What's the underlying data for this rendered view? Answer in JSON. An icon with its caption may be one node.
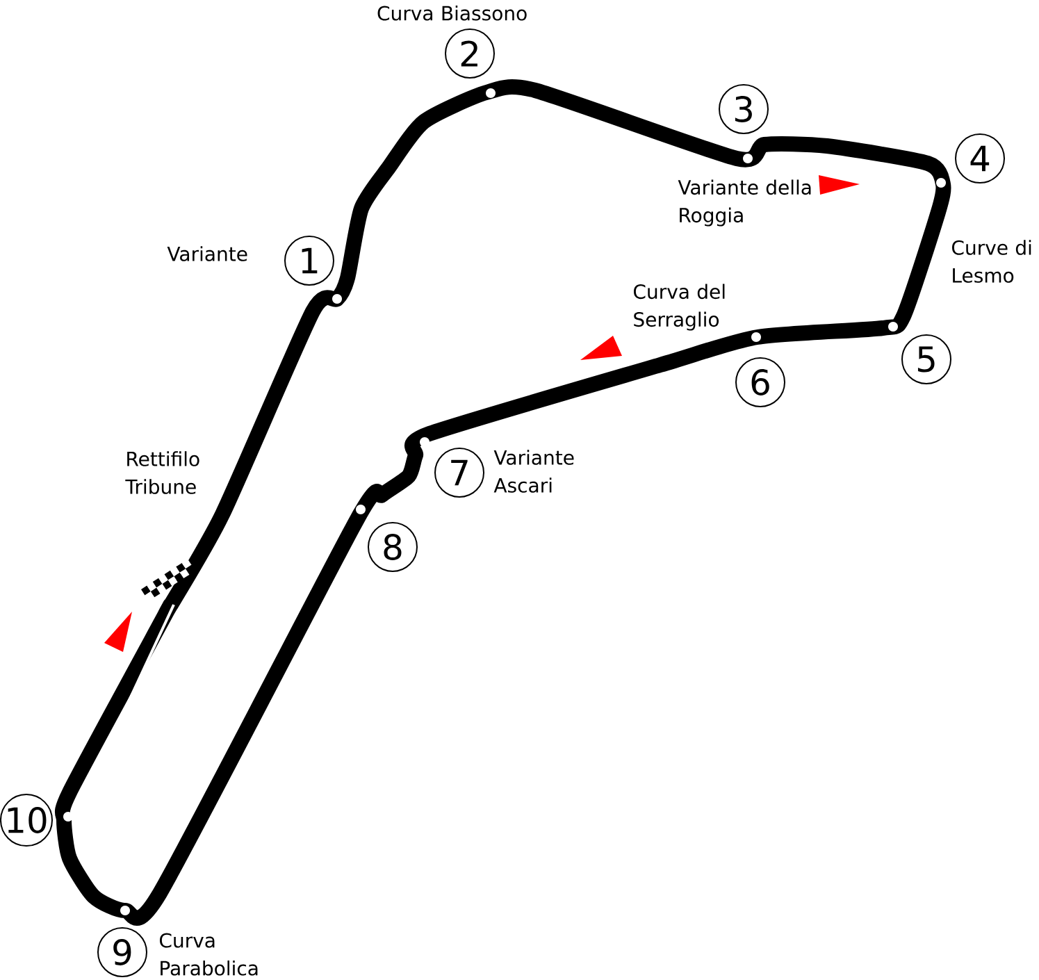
{
  "diagram": {
    "nodes": [
      {
        "text": [
          "1"
        ],
        "beside": [
          "Variante"
        ]
      },
      {
        "text": [
          "2"
        ],
        "beside": [
          "Curva Biassono"
        ]
      },
      {
        "text": [
          "3"
        ],
        "beside": [
          "Variante della Roggia"
        ]
      },
      {
        "text": [
          "4"
        ],
        "beside": [
          "Curve di Lesmo"
        ]
      },
      {
        "text": [
          "5"
        ]
      },
      {
        "text": [
          "6"
        ],
        "beside": [
          "Curva del Serraglio"
        ]
      },
      {
        "text": [
          "7"
        ],
        "beside": [
          "Variante Ascari"
        ]
      },
      {
        "text": [
          "8"
        ]
      },
      {
        "text": [
          "9"
        ],
        "beside": [
          "Curva Parabolica"
        ]
      },
      {
        "text": [
          "10"
        ]
      }
    ],
    "edges": [],
    "labels": [
      "Rettifilo Tribune"
    ]
  }
}
